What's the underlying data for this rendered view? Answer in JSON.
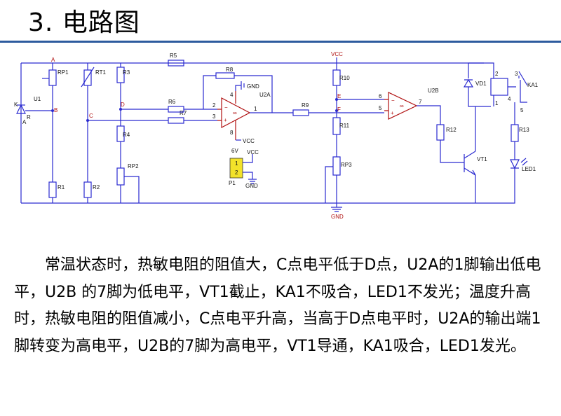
{
  "title": "3. 电路图",
  "diagram": {
    "labels": {
      "U1": "U1",
      "K": "K",
      "R_u1": "R",
      "A_u1": "A",
      "RP1": "RP1",
      "RT1": "RT1",
      "R3": "R3",
      "R5": "R5",
      "R8": "R8",
      "R6": "R6",
      "R7": "R7",
      "R4": "R4",
      "RP2": "RP2",
      "R1": "R1",
      "R2": "R2",
      "U2A": "U2A",
      "U2B": "U2B",
      "R9": "R9",
      "R10": "R10",
      "R11": "R11",
      "RP3": "RP3",
      "R12": "R12",
      "R13": "R13",
      "VT1": "VT1",
      "VD1": "VD1",
      "KA1": "KA1",
      "LED1": "LED1",
      "VCC1": "VCC",
      "VCC2": "VCC",
      "VCC3": "VCC",
      "GND1": "GND",
      "GND2": "GND",
      "GND3": "GND",
      "P1": "P1",
      "v6": "6V",
      "pin1": "1",
      "pin2": "2",
      "nodeA": "A",
      "nodeB": "B",
      "nodeC": "C",
      "nodeD": "D",
      "nodeE": "E",
      "nodeF": "F",
      "opA_in2": "2",
      "opA_in3": "3",
      "opA_out": "1",
      "opA_4": "4",
      "opA_8": "8",
      "opB_6": "6",
      "opB_5": "5",
      "opB_7": "7",
      "ka_2": "2",
      "ka_3": "3",
      "ka_1": "1",
      "ka_4": "4",
      "ka_5": "5"
    }
  },
  "paragraph": "常温状态时，热敏电阻的阻值大，C点电平低于D点，U2A的1脚输出低电平，U2B 的7脚为低电平，VT1截止，KA1不吸合，LED1不发光；温度升高时，热敏电阻的阻值减小，C点电平升高，当高于D点电平时，U2A的输出端1脚转变为高电平，U2B的7脚为高电平，VT1导通，KA1吸合，LED1发光。"
}
